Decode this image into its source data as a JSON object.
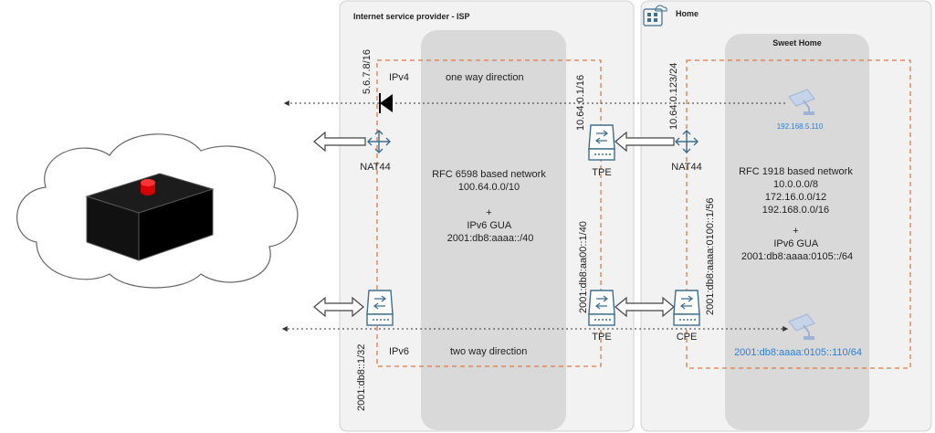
{
  "isp": {
    "title": "Internet service provider - ISP",
    "ipv4_label": "IPv4",
    "ipv6_label": "IPv6",
    "one_way": "one way direction",
    "two_way": "two way direction",
    "network_lines": [
      "RFC 6598 based network",
      "100.64.0.0/10",
      "",
      "+",
      "IPv6 GUA",
      "2001:db8:aaaa::/40"
    ],
    "nat_label": "NAT44",
    "addr_ipv4_public": "5.6.7.8/16",
    "addr_ipv6_border": "2001:db8::1/32",
    "addr_tpe_ipv4": "10.64.0.1/16",
    "addr_tpe_ipv6": "2001:db8:aa00::1/40",
    "tpe_label_top": "TPE",
    "tpe_label_bottom": "TPE"
  },
  "home": {
    "title": "Home",
    "inner_title": "Sweet Home",
    "network_lines": [
      "RFC 1918 based network",
      "10.0.0.0/8",
      "172.16.0.0/12",
      "192.168.0.0/16",
      "",
      "+",
      "IPv6 GUA",
      "2001:db8:aaaa:0105::/64"
    ],
    "nat_label": "NAT44",
    "cpe_label": "CPE",
    "addr_cpe_ipv4": "10.64.0.123/24",
    "addr_cpe_ipv6": "2001:db8:aaaa:0100::1/56",
    "camera_ipv4": "192.168.5.110",
    "camera_ipv6": "2001:db8:aaaa:0105::110/64"
  },
  "colors": {
    "panel_bg": "#f2f2f2",
    "panel_border": "#d0d0d0",
    "inner_bg": "#d9d9d9",
    "dashed_orange": "#e07a45",
    "device_blue": "#3d6e8e",
    "camera_blue": "#9fb3d6",
    "link_blue": "#2a7fd4"
  },
  "icons": [
    "cloud-icon",
    "black-box-icon",
    "nat-router-icon",
    "router-icon",
    "camera-icon",
    "home-icon",
    "arrow-icon"
  ]
}
